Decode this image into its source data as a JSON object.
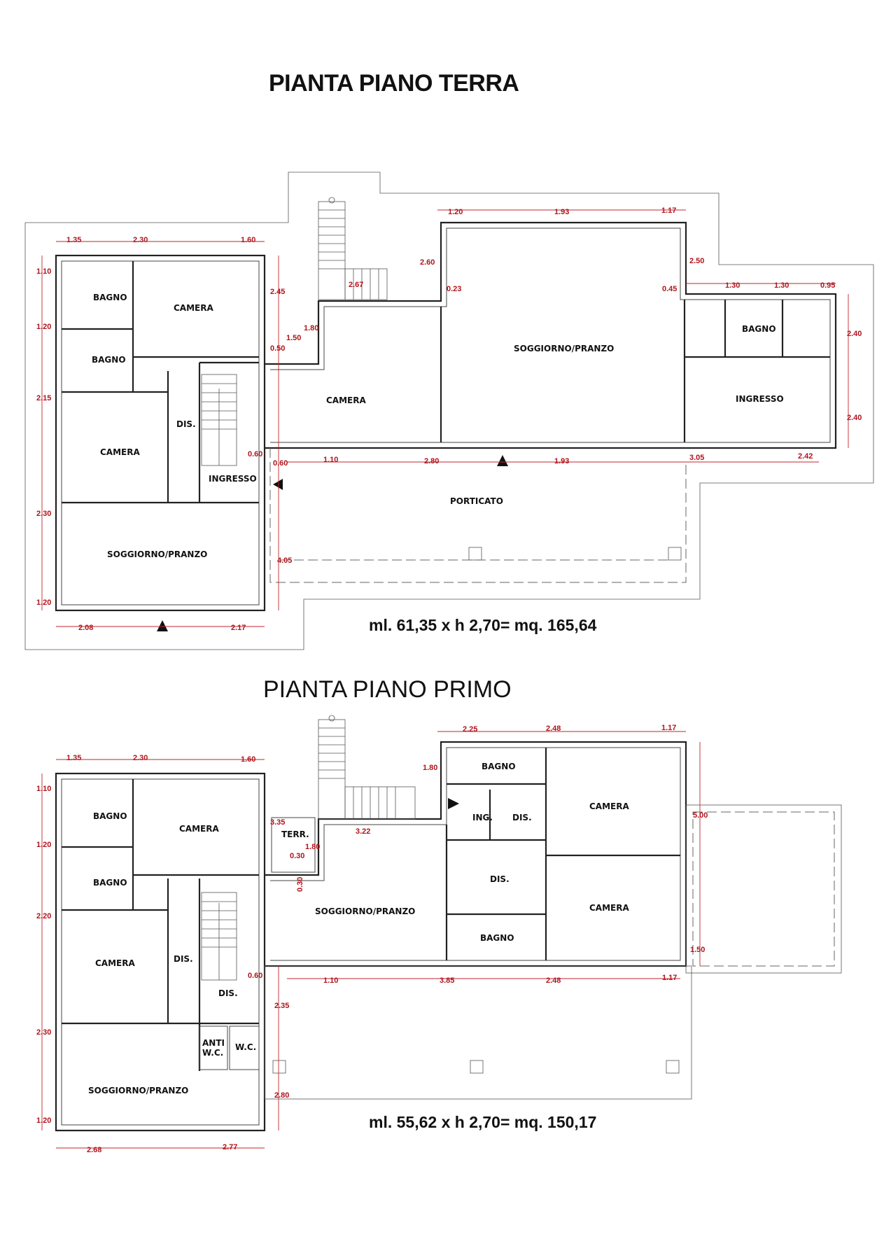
{
  "ground_floor": {
    "title": "PIANTA PIANO TERRA",
    "formula": "ml. 61,35 x h 2,70= mq. 165,64",
    "rooms": [
      "BAGNO",
      "CAMERA",
      "BAGNO",
      "DIS.",
      "CAMERA",
      "INGRESSO",
      "SOGGIORNO/PRANZO",
      "CAMERA",
      "SOGGIORNO/PRANZO",
      "BAGNO",
      "INGRESSO",
      "PORTICATO"
    ],
    "dims": [
      "1.35",
      "2.30",
      "1.60",
      "1.10",
      "1.20",
      "2.15",
      "2.30",
      "1.20",
      "2.08",
      "2.17",
      "2.45",
      "1.80",
      "1.50",
      "0.50",
      "2.67",
      "2.60",
      "0.23",
      "1.20",
      "1.93",
      "1.17",
      "2.50",
      "0.45",
      "1.30",
      "1.30",
      "0.95",
      "2.40",
      "2.40",
      "0.60",
      "0.60",
      "1.10",
      "2.80",
      "1.93",
      "3.05",
      "2.42",
      "4.05"
    ]
  },
  "first_floor": {
    "title": "PIANTA PIANO PRIMO",
    "formula": "ml. 55,62 x h 2,70= mq. 150,17",
    "rooms": [
      "BAGNO",
      "CAMERA",
      "BAGNO",
      "CAMERA",
      "DIS.",
      "DIS.",
      "ANTI",
      "W.C.",
      "W.C.",
      "SOGGIORNO/PRANZO",
      "TERR.",
      "SOGGIORNO/PRANZO",
      "BAGNO",
      "ING.",
      "DIS.",
      "CAMERA",
      "DIS.",
      "CAMERA",
      "BAGNO"
    ],
    "dims": [
      "1.35",
      "2.30",
      "1.60",
      "1.10",
      "1.20",
      "2.20",
      "2.30",
      "1.20",
      "2.68",
      "2.77",
      "3.35",
      "1.80",
      "0.30",
      "0.30",
      "3.22",
      "2.25",
      "2.48",
      "1.17",
      "1.80",
      "5.00",
      "1.50",
      "0.60",
      "1.10",
      "3.85",
      "2.48",
      "1.17",
      "2.35",
      "2.80"
    ]
  },
  "colors": {
    "dimension": "#b0141c",
    "wall": "#222222"
  }
}
